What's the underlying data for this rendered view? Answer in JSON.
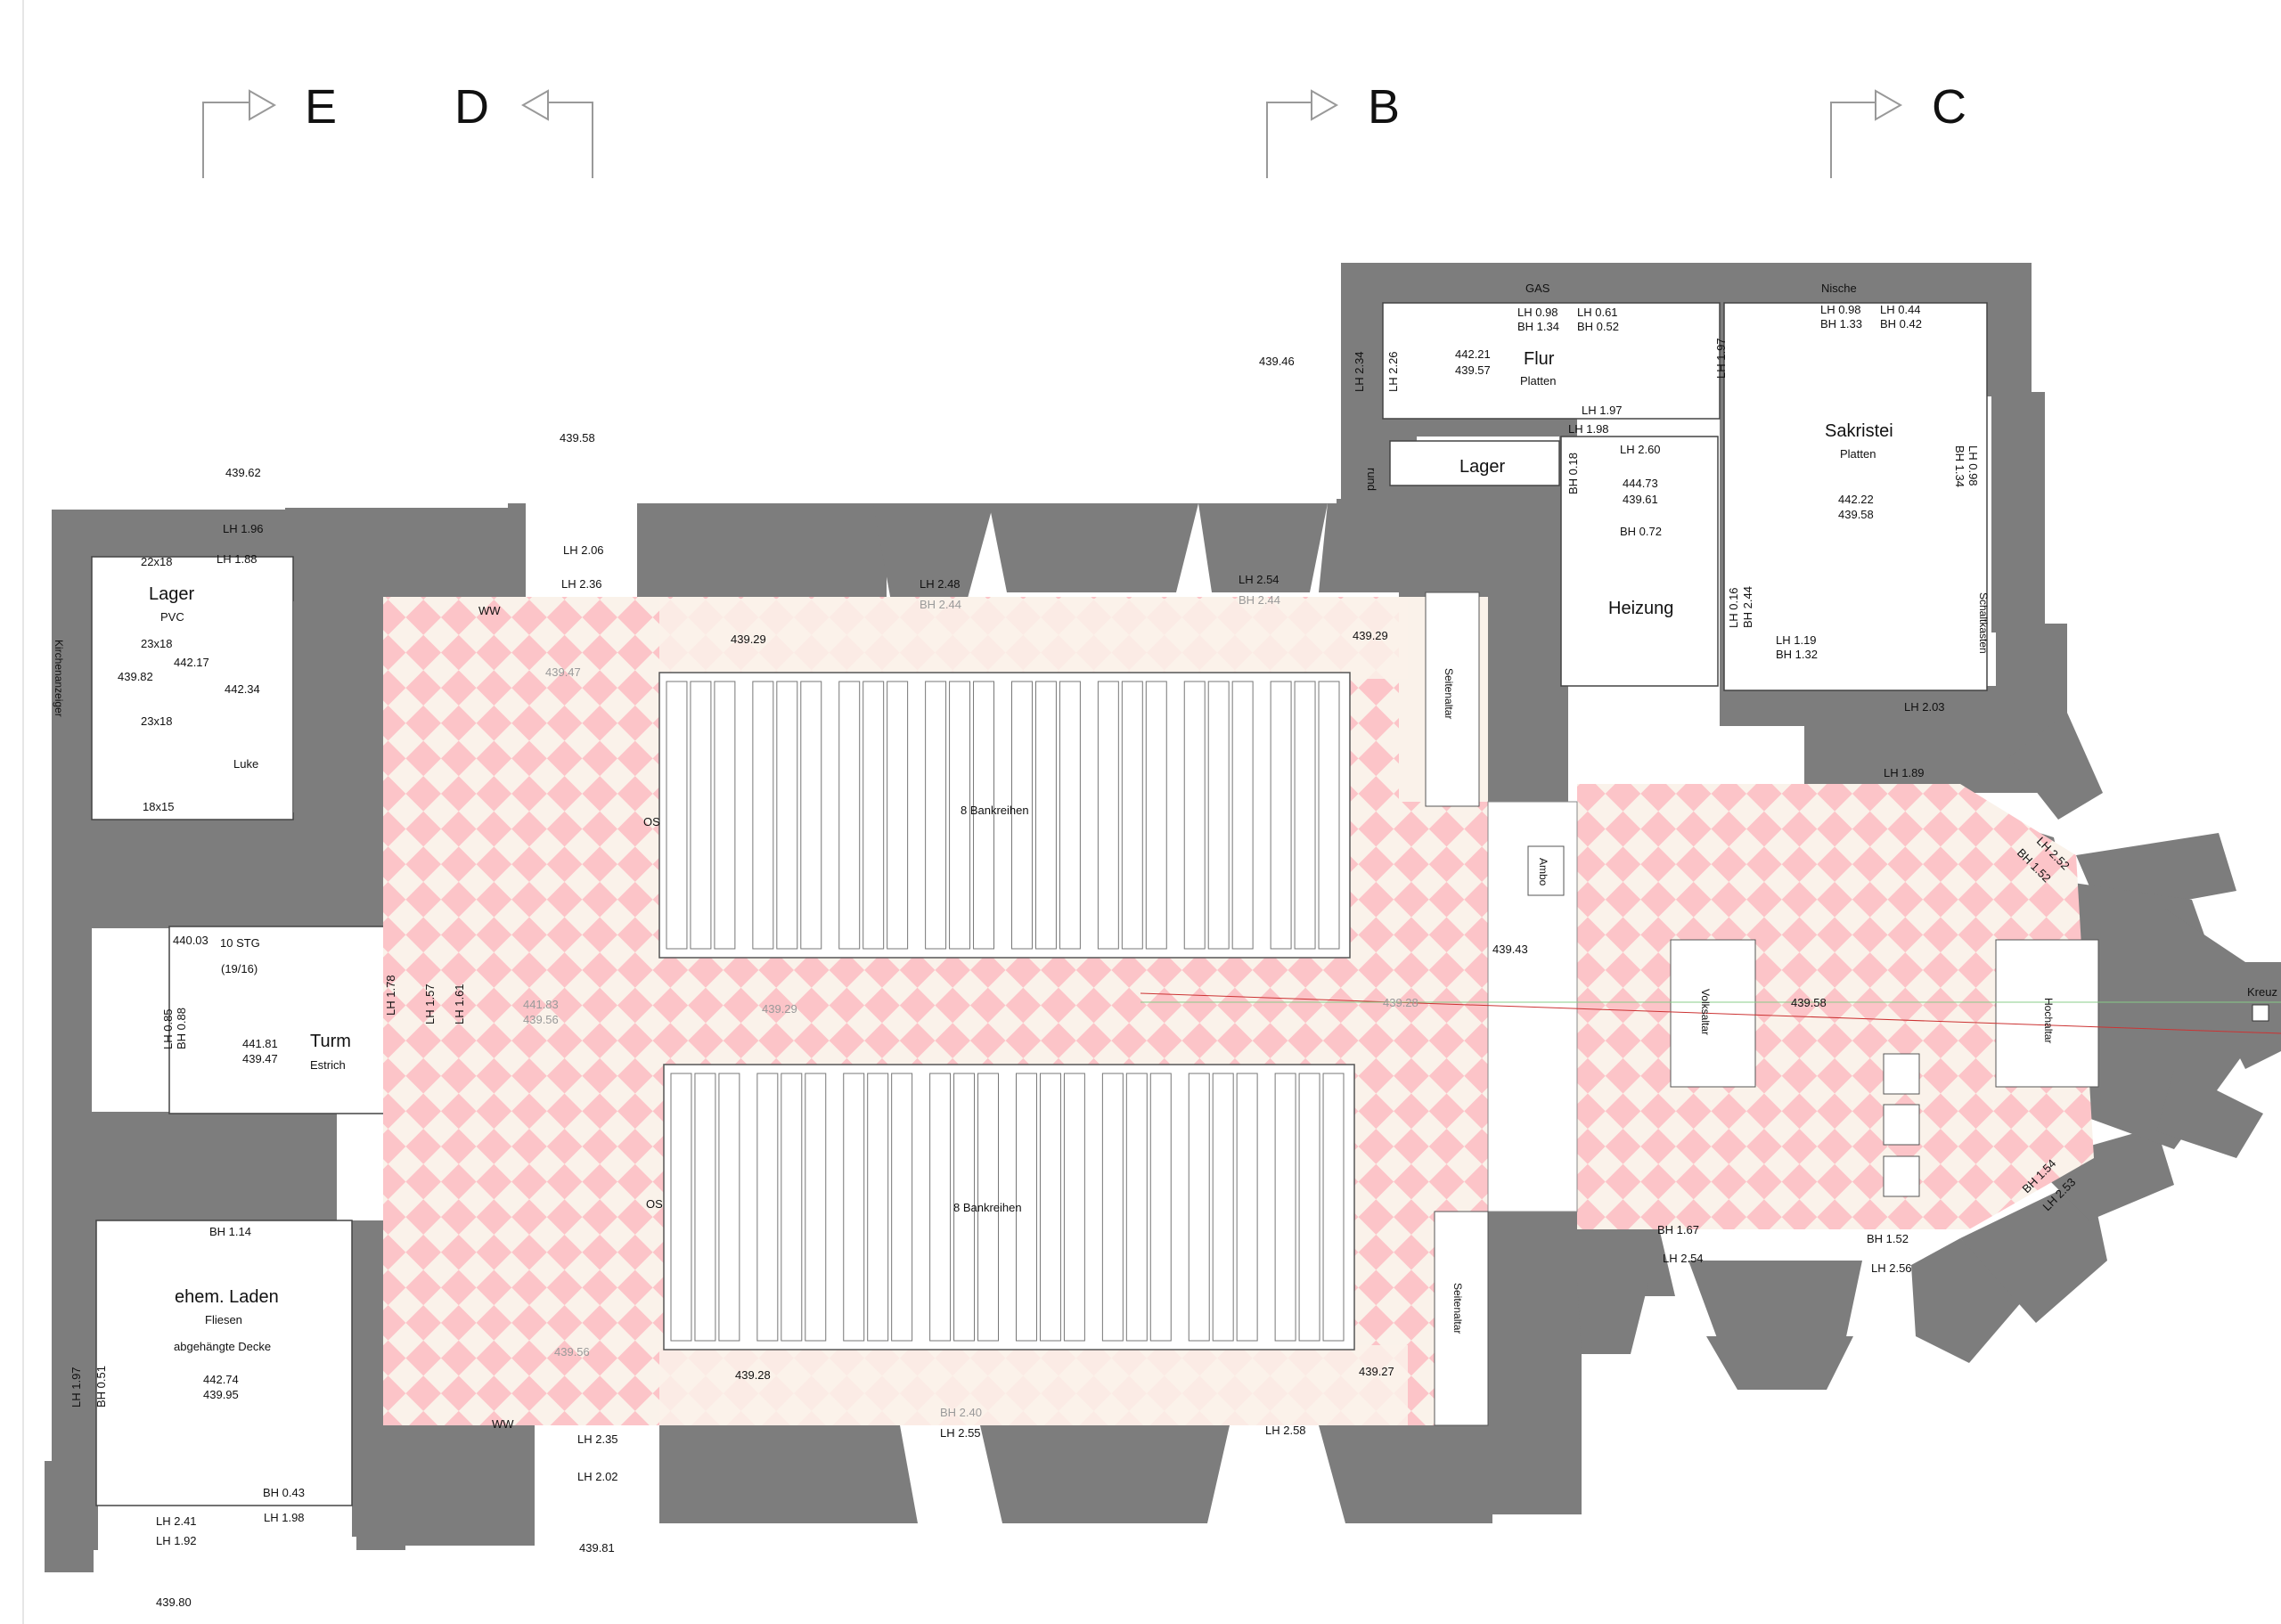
{
  "section_markers": [
    "E",
    "D",
    "B",
    "C"
  ],
  "rooms": {
    "lager_west": {
      "name": "Lager",
      "floor": "PVC",
      "dims": [
        "22x18",
        "23x18",
        "23x18",
        "18x15"
      ],
      "luke": "Luke",
      "levels": [
        "442.17",
        "439.82",
        "442.34"
      ],
      "lh": [
        "LH 1.96",
        "LH 1.88"
      ]
    },
    "turm": {
      "name": "Turm",
      "floor": "Estrich",
      "stairs": "10 STG",
      "stairs_ratio": "(19/16)",
      "levels": [
        "440.03",
        "441.81",
        "439.47"
      ],
      "lh": [
        "LH 1.78",
        "LH 1.57",
        "LH 1.61"
      ],
      "window": [
        "BH 0.88",
        "LH 0.85"
      ]
    },
    "laden": {
      "name": "ehem. Laden",
      "floor": "Fliesen",
      "ceiling": "abgehängte Decke",
      "levels": [
        "442.74",
        "439.95"
      ],
      "heights": [
        "BH 1.14",
        "LH 1.97",
        "BH 0.51",
        "BH 0.43",
        "LH 2.41",
        "LH 1.92",
        "LH 1.98"
      ]
    },
    "flur": {
      "name": "Flur",
      "floor": "Platten",
      "levels": [
        "442.21",
        "439.57"
      ],
      "heights": [
        "LH 0.98",
        "BH 1.34",
        "LH 0.61",
        "BH 0.52",
        "LH 2.34",
        "LH 2.26",
        "LH 1.97",
        "LH 1.98"
      ],
      "gas": "GAS"
    },
    "lager_north": {
      "name": "Lager",
      "rund": "rund"
    },
    "heizung": {
      "name": "Heizung",
      "levels": [
        "444.73",
        "439.61"
      ],
      "heights": [
        "LH 2.60",
        "BH 0.18",
        "BH 0.72"
      ]
    },
    "sakristei": {
      "name": "Sakristei",
      "floor": "Platten",
      "levels": [
        "442.22",
        "439.58"
      ],
      "heights": [
        "LH 0.98",
        "BH 1.33",
        "LH 0.44",
        "BH 0.42",
        "LH 1.97",
        "BH 1.34",
        "LH 0.98",
        "LH 0.16",
        "BH 2.44",
        "LH 1.19",
        "BH 1.32",
        "LH 2.03",
        "LH 1.89"
      ],
      "nische": "Nische",
      "schalt": "Schaltkasten"
    }
  },
  "nave": {
    "pews_top": "8 Bankreihen",
    "pews_bottom": "8 Bankreihen",
    "seitenaltar_top": "Seitenaltar",
    "seitenaltar_bottom": "Seitenaltar",
    "ambo": "Ambo",
    "os_top": "OS",
    "os_bottom": "OS",
    "ww_top": "WW",
    "ww_bottom": "WW",
    "levels": [
      "439.29",
      "439.29",
      "439.47",
      "439.29",
      "439.28",
      "441.83",
      "439.56",
      "439.56",
      "439.28",
      "439.27",
      "439.43"
    ],
    "heights": [
      "LH 2.06",
      "LH 2.36",
      "LH 2.48",
      "BH 2.44",
      "LH 2.54",
      "BH 2.44",
      "LH 2.35",
      "LH 2.02",
      "BH 2.40",
      "LH 2.55",
      "LH 2.58"
    ]
  },
  "choir": {
    "volksaltar": "Volksaltar",
    "hochaltar": "Hochaltar",
    "kreuz": "Kreuz",
    "level": "439.58",
    "heights": [
      "LH 2.52",
      "BH 1.52",
      "BH 1.54",
      "LH 2.53",
      "BH 1.67",
      "LH 2.54",
      "BH 1.52",
      "LH 2.56"
    ]
  },
  "exterior": {
    "levels": [
      "439.46",
      "439.58",
      "439.62",
      "439.81",
      "439.80"
    ],
    "kirchen_label": "Kirchenanzeiger"
  },
  "colors": {
    "wall": "#7d7d7d",
    "tile_pink": "#fcc4c8",
    "tile_cream": "#faf2ea"
  }
}
